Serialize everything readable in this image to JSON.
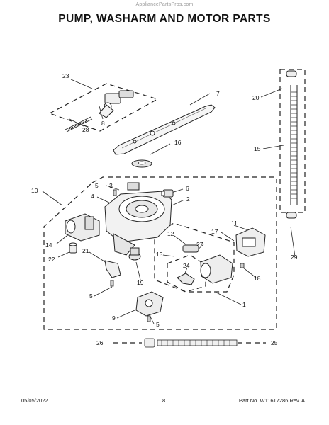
{
  "source_watermark": "AppliancePartsPros.com",
  "title": "PUMP, WASHARM AND MOTOR PARTS",
  "callouts": [
    "1",
    "2",
    "3",
    "4",
    "5",
    "5",
    "5",
    "6",
    "7",
    "8",
    "9",
    "10",
    "11",
    "12",
    "13",
    "14",
    "15",
    "16",
    "17",
    "18",
    "19",
    "20",
    "21",
    "22",
    "23",
    "24",
    "25",
    "26",
    "27",
    "28",
    "29"
  ],
  "footer": {
    "date": "05/05/2022",
    "page": "8",
    "part_no": "Part No. W11617286  Rev. A"
  }
}
